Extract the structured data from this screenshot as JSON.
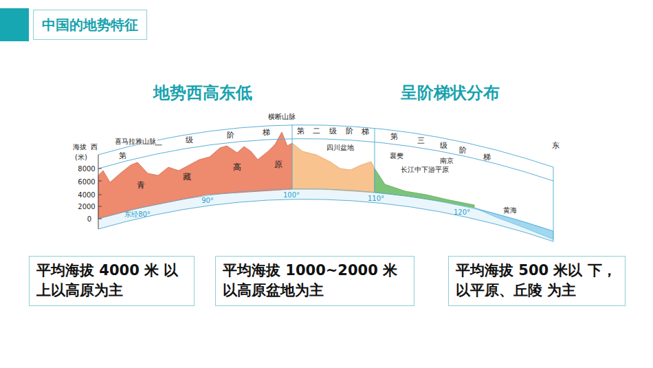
{
  "diagram": {
    "title": "中国的地势特征",
    "nodes": [
      {
        "text": [
          "平均海拔 4000 米 以上以高原为主"
        ]
      },
      {
        "text": [
          "平均海拔 1000~2000 米以高原盆地为主"
        ]
      },
      {
        "text": [
          "平均海拔 500 米以 下，以平原、丘陵 为主"
        ]
      }
    ],
    "labels": [
      "地势西高东低",
      "呈阶梯状分布",
      "海拔",
      "西",
      "(米)",
      "8000",
      "6000",
      "4000",
      "2000",
      "0",
      "喜马拉雅山脉",
      "横断山脉",
      "第",
      "一",
      "级",
      "阶",
      "梯",
      "第",
      "二",
      "级",
      "阶",
      "梯",
      "第",
      "三",
      "级",
      "阶",
      "梯",
      "东",
      "青",
      "藏",
      "高",
      "原",
      "四川盆地",
      "襄樊",
      "南京",
      "长江中下游平原",
      "黄海",
      "东经80°",
      "90°",
      "100°",
      "110°",
      "120°"
    ]
  }
}
